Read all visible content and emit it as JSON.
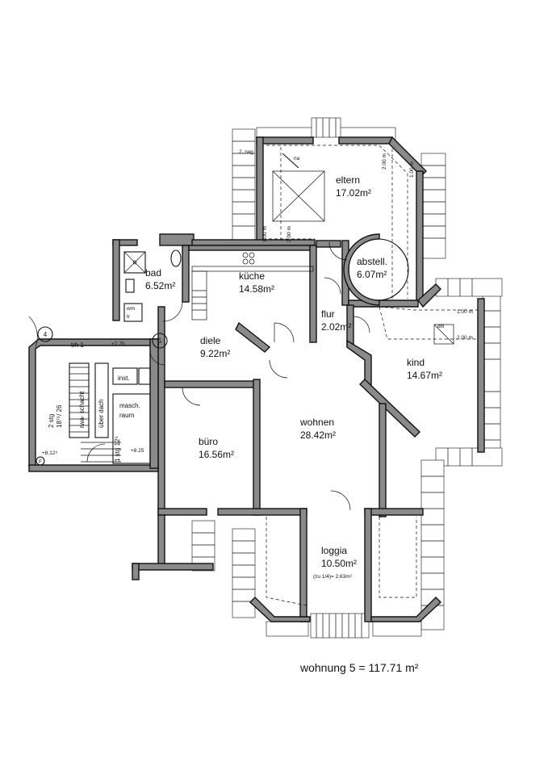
{
  "rooms": {
    "eltern": {
      "name": "eltern",
      "area": "17.02m²"
    },
    "bad": {
      "name": "bad",
      "area": "6.52m²"
    },
    "kueche": {
      "name": "küche",
      "area": "14.58m²"
    },
    "abstell": {
      "name": "abstell.",
      "area": "6.07m²"
    },
    "flur": {
      "name": "flur",
      "area": "2.02m²"
    },
    "diele": {
      "name": "diele",
      "area": "9.22m²"
    },
    "kind": {
      "name": "kind",
      "area": "14.67m²"
    },
    "wohnen": {
      "name": "wohnen",
      "area": "28.42m²"
    },
    "buero": {
      "name": "büro",
      "area": "16.56m²"
    },
    "loggia": {
      "name": "loggia",
      "area": "10.50m²",
      "note": "(zu 1/4)= 2.63m²"
    },
    "trh": {
      "name": "trh 1"
    },
    "inst": {
      "name": "inst."
    },
    "masch": {
      "line1": "masch.",
      "line2": "raum"
    }
  },
  "stair": {
    "upper": "2 stg",
    "upper_dim": "18⁷⁵/ 26",
    "shaft_line1": "rwa- schacht",
    "shaft_line2": "über dach",
    "lower": "1 stg 12⁵"
  },
  "levels": {
    "trh_top": "+7.75",
    "trh_bottom": "+8.12⁵",
    "masch": "+8.25"
  },
  "markers": {
    "axis4": "4",
    "axis5": "5",
    "f": "F"
  },
  "fixtures": {
    "wm": "wm",
    "tr": "tr",
    "rwg": "2. rwg",
    "na": "na",
    "dfll": "dfll"
  },
  "dimensions": {
    "d100": "1.00 m",
    "d200": "2.00 m"
  },
  "total": "wohnung 5 = 117.71 m²"
}
